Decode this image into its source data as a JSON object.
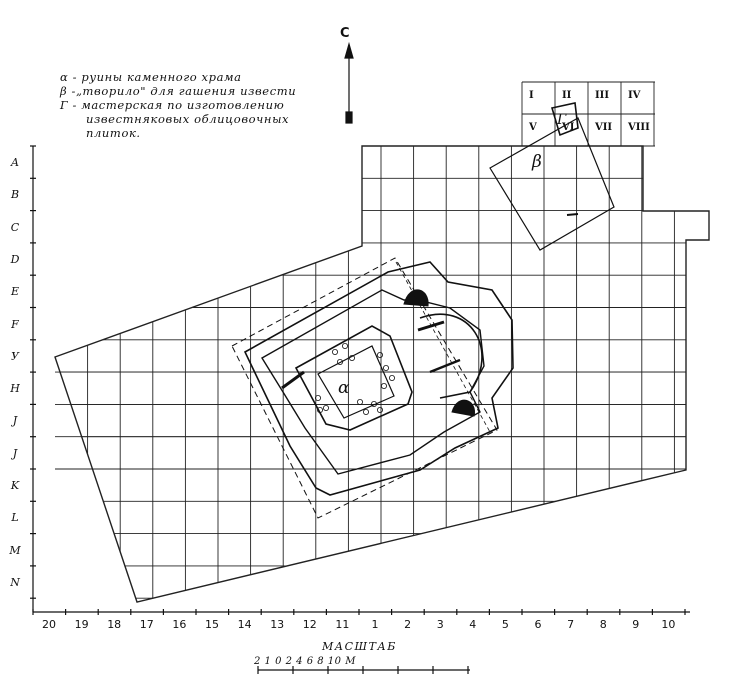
{
  "north_label": "С",
  "legend": {
    "alpha": "α - руины каменного храма",
    "beta": "β -„творило\" для гашения извести",
    "gamma_1": "Г - мастерская по изготовлению",
    "gamma_2": "известняковых облицовочных",
    "gamma_3": "плиток."
  },
  "row_labels": [
    "A",
    "B",
    "C",
    "D",
    "E",
    "F",
    "У",
    "H",
    "J",
    "J",
    "K",
    "L",
    "M",
    "N"
  ],
  "column_labels": [
    "20",
    "19",
    "18",
    "17",
    "16",
    "15",
    "14",
    "13",
    "12",
    "11",
    "1",
    "2",
    "3",
    "4",
    "5",
    "6",
    "7",
    "8",
    "9",
    "10"
  ],
  "section_labels": [
    "I",
    "II",
    "III",
    "IV",
    "V",
    "VI",
    "VII",
    "VIII"
  ],
  "feature_labels": {
    "alpha": "α",
    "beta": "β",
    "gamma": "Г"
  },
  "scale": {
    "title": "МАСШТАБ",
    "ticks": "2 1 0     2     4     6     8    10 М"
  }
}
